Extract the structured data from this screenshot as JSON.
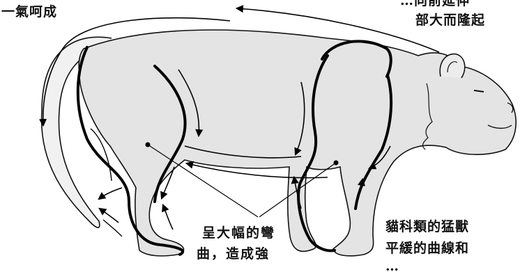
{
  "captions": {
    "top_left": "一氣呵成",
    "top_right_line1": "…向前延伸",
    "top_right_line2": "部大而隆起",
    "middle_line1": "呈大幅的彎",
    "middle_line2": "曲，造成強",
    "bottom_right_line1": "貓科類的猛獸",
    "bottom_right_line2": "平緩的曲線和",
    "bottom_right_line3": "…"
  },
  "colors": {
    "silhouette_fill": "#e4e4e4",
    "outline": "#000000",
    "background": "#ffffff"
  }
}
